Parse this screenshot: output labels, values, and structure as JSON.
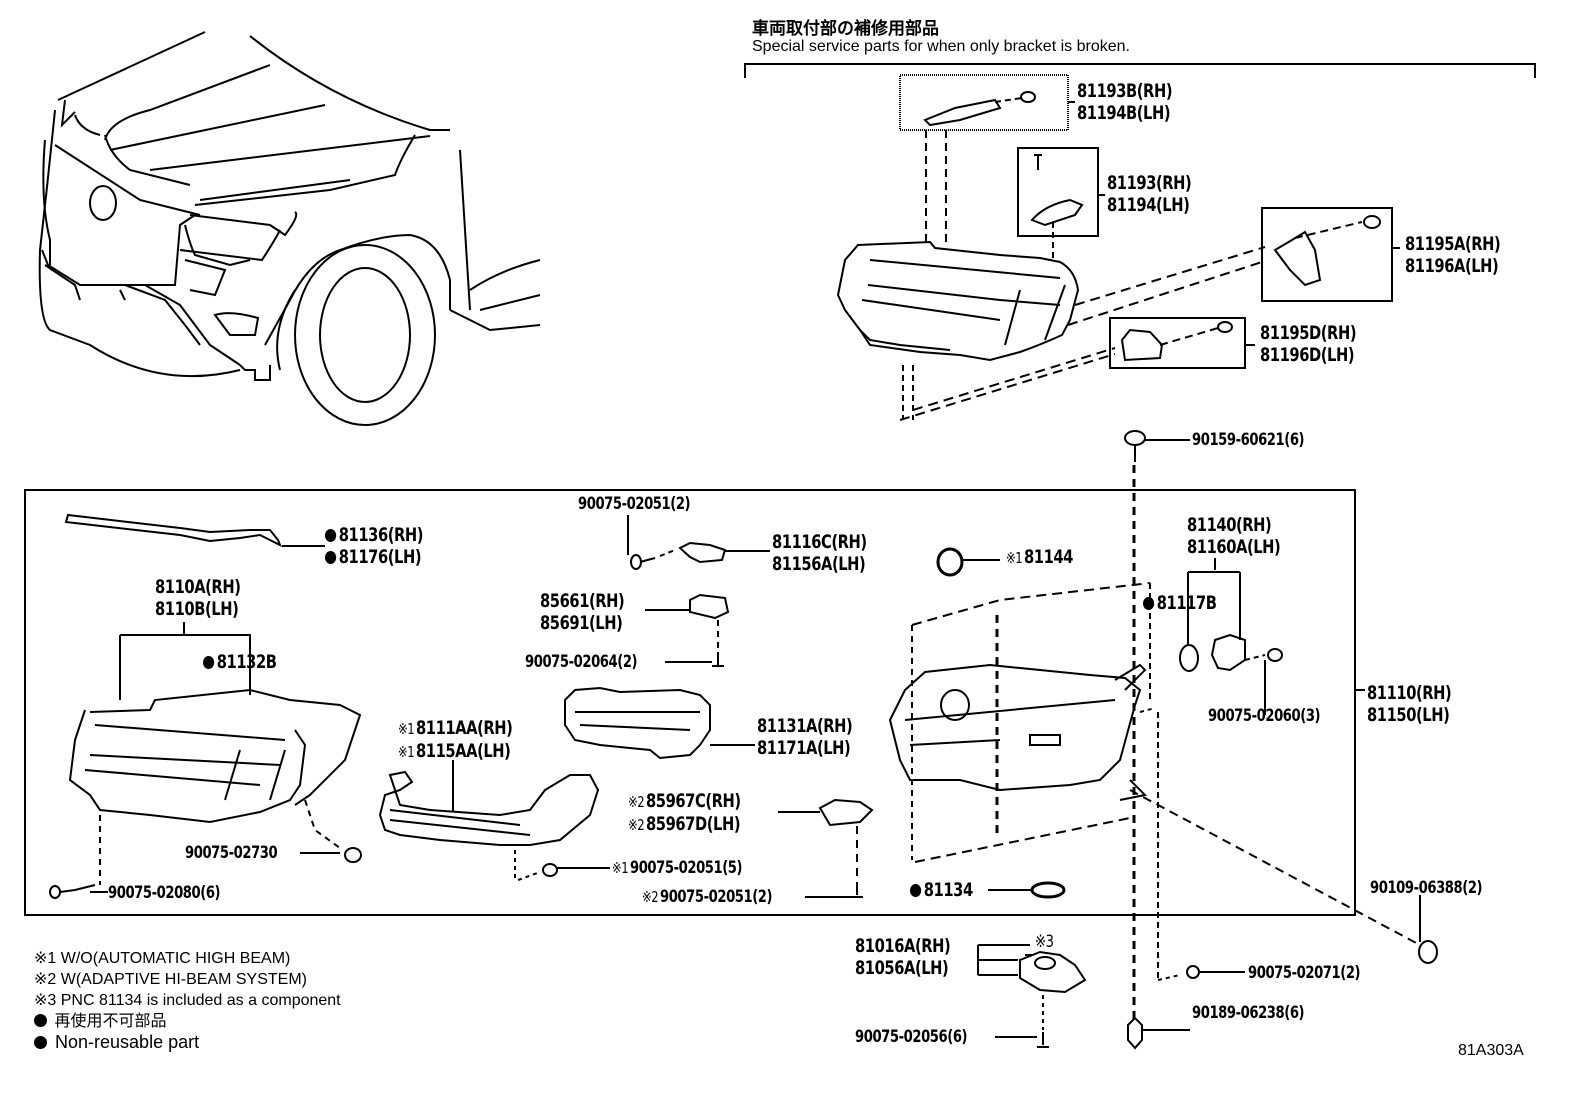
{
  "header": {
    "title_jp": "車両取付部の補修用部品",
    "title_en": "Special service parts for when only bracket is broken."
  },
  "bracket_parts": [
    {
      "id": "81193B",
      "rh": "81193B(RH)",
      "lh": "81194B(LH)"
    },
    {
      "id": "81193",
      "rh": "81193(RH)",
      "lh": "81194(LH)"
    },
    {
      "id": "81195A",
      "rh": "81195A(RH)",
      "lh": "81196A(LH)"
    },
    {
      "id": "81195D",
      "rh": "81195D(RH)",
      "lh": "81196D(LH)"
    }
  ],
  "top_fastener": "90159-60621(6)",
  "main_parts": {
    "p81136": {
      "rh": "81136(RH)",
      "lh": "81176(LH)",
      "non_reusable": true
    },
    "p8110A": {
      "rh": "8110A(RH)",
      "lh": "8110B(LH)"
    },
    "p81132B": {
      "label": "81132B",
      "non_reusable": true
    },
    "p90075_02730": "90075-02730",
    "p90075_02080": "90075-02080(6)",
    "p90075_02051_top": "90075-02051(2)",
    "p81116C": {
      "rh": "81116C(RH)",
      "lh": "81156A(LH)"
    },
    "p85661": {
      "rh": "85661(RH)",
      "lh": "85691(LH)"
    },
    "p90075_02064": "90075-02064(2)",
    "p81144": {
      "mark": "※1",
      "label": "81144"
    },
    "p8111AA": {
      "mark": "※1",
      "rh": "8111AA(RH)",
      "lh": "8115AA(LH)"
    },
    "p81131A": {
      "rh": "81131A(RH)",
      "lh": "81171A(LH)"
    },
    "p85967C": {
      "mark": "※2",
      "rh": "85967C(RH)",
      "lh": "85967D(LH)"
    },
    "p90075_02051_5": {
      "mark": "※1",
      "label": "90075-02051(5)"
    },
    "p90075_02051_2": {
      "mark": "※2",
      "label": "90075-02051(2)"
    },
    "p81117B": {
      "label": "81117B",
      "non_reusable": true
    },
    "p81140": {
      "rh": "81140(RH)",
      "lh": "81160A(LH)"
    },
    "p90075_02060": "90075-02060(3)",
    "p81110": {
      "rh": "81110(RH)",
      "lh": "81150(LH)"
    },
    "p81134": {
      "label": "81134",
      "non_reusable": true
    }
  },
  "lower_parts": {
    "p81016A": {
      "rh": "81016A(RH)",
      "lh": "81056A(LH)",
      "mark": "※3"
    },
    "p90075_02056": "90075-02056(6)",
    "p90189_06238": "90189-06238(6)",
    "p90075_02071": "90075-02071(2)",
    "p90109_06388": "90109-06388(2)"
  },
  "legend": {
    "notes": [
      "※1 W/O(AUTOMATIC HIGH BEAM)",
      "※2 W(ADAPTIVE HI-BEAM SYSTEM)",
      "※3 PNC 81134 is included as a component"
    ],
    "non_reusable_jp": "再使用不可部品",
    "non_reusable_en": "Non-reusable part"
  },
  "diagram_code": "81A303A"
}
